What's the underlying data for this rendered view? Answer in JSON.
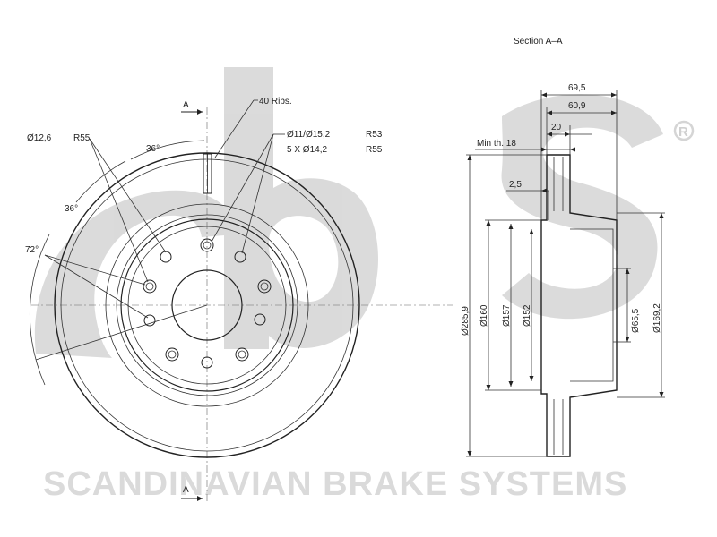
{
  "brand": {
    "tagline": "SCANDINAVIAN BRAKE SYSTEMS",
    "registered_mark": "R",
    "logo_text": "sbs"
  },
  "front_view": {
    "section_marker_top": "A",
    "section_marker_bottom": "A",
    "ribs_label": "40 Ribs.",
    "hole_small_diameter": "Ø12,6",
    "hole_small_radius": "R55",
    "angle_1": "36°",
    "angle_2": "36°",
    "angle_3": "72°",
    "bolt_hole_spec": "Ø11/Ø15,2",
    "bolt_hole_radius": "R53",
    "bolt_pattern": "5  X  Ø14,2",
    "bolt_pattern_radius": "R55"
  },
  "section_view": {
    "title": "Section  A–A",
    "width_total": "69,5",
    "width_inner": "60,9",
    "thickness": "20",
    "min_thickness": "Min th.  18",
    "flange": "2,5",
    "dia_outer": "Ø285,9",
    "dia_160": "Ø160",
    "dia_157": "Ø157",
    "dia_152": "Ø152",
    "dia_center": "Ø65,5",
    "dia_169": "Ø169,2"
  }
}
